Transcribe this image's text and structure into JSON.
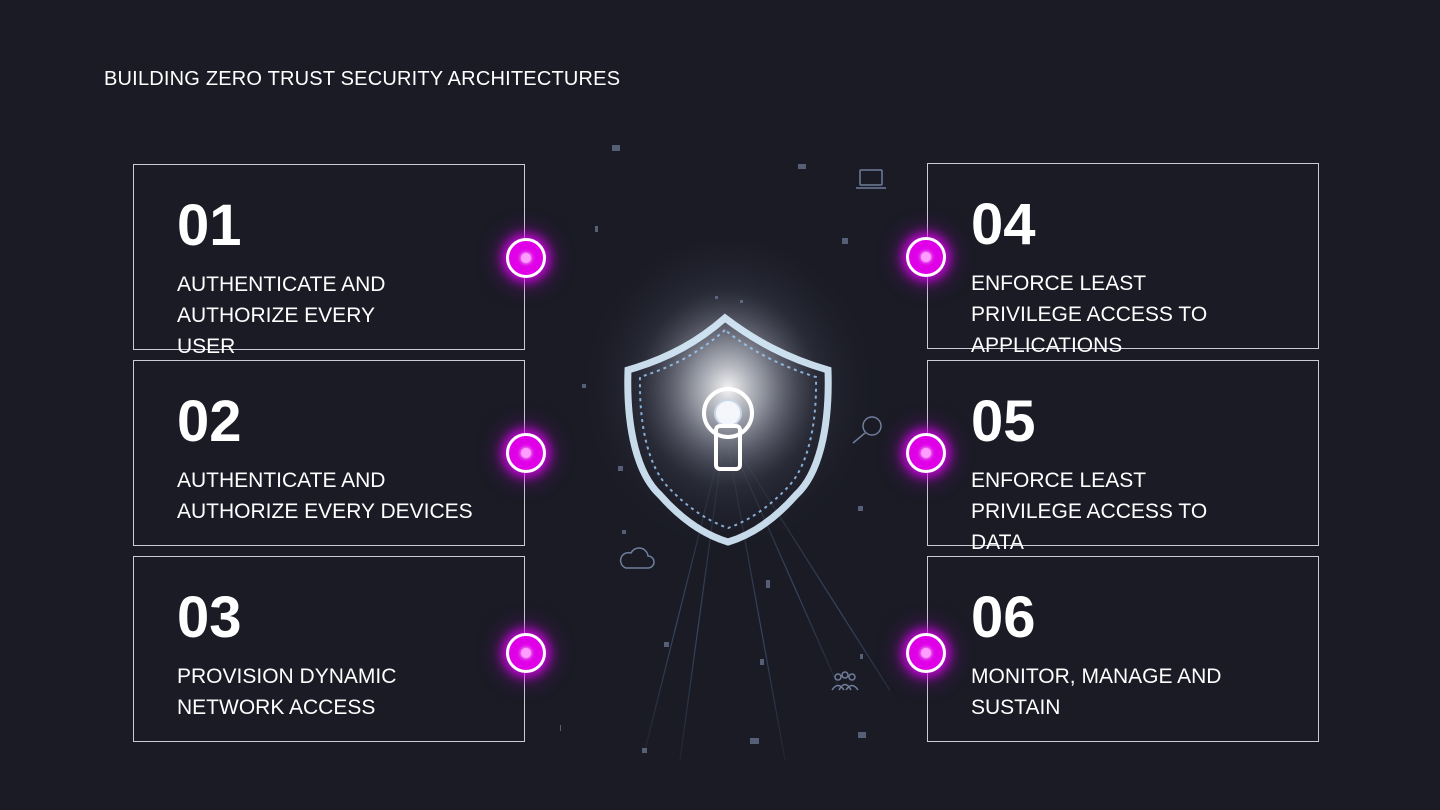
{
  "title": "BUILDING ZERO TRUST SECURITY ARCHITECTURES",
  "steps": [
    {
      "num": "01",
      "label": "AUTHENTICATE AND AUTHORIZE EVERY USER"
    },
    {
      "num": "02",
      "label": "AUTHENTICATE AND AUTHORIZE EVERY DEVICES"
    },
    {
      "num": "03",
      "label": "PROVISION DYNAMIC NETWORK ACCESS"
    },
    {
      "num": "04",
      "label": "ENFORCE LEAST PRIVILEGE ACCESS TO APPLICATIONS"
    },
    {
      "num": "05",
      "label": "ENFORCE LEAST PRIVILEGE ACCESS TO DATA"
    },
    {
      "num": "06",
      "label": "MONITOR, MANAGE AND SUSTAIN"
    }
  ],
  "colors": {
    "background": "#1a1b25",
    "card_border": "#c9ccd6",
    "dot_glow": "#e000e8",
    "shield": "#bfe3ff"
  },
  "icons": [
    "shield-icon",
    "keyhole-icon",
    "laptop-icon",
    "magnifier-icon",
    "cloud-icon",
    "people-icon"
  ]
}
